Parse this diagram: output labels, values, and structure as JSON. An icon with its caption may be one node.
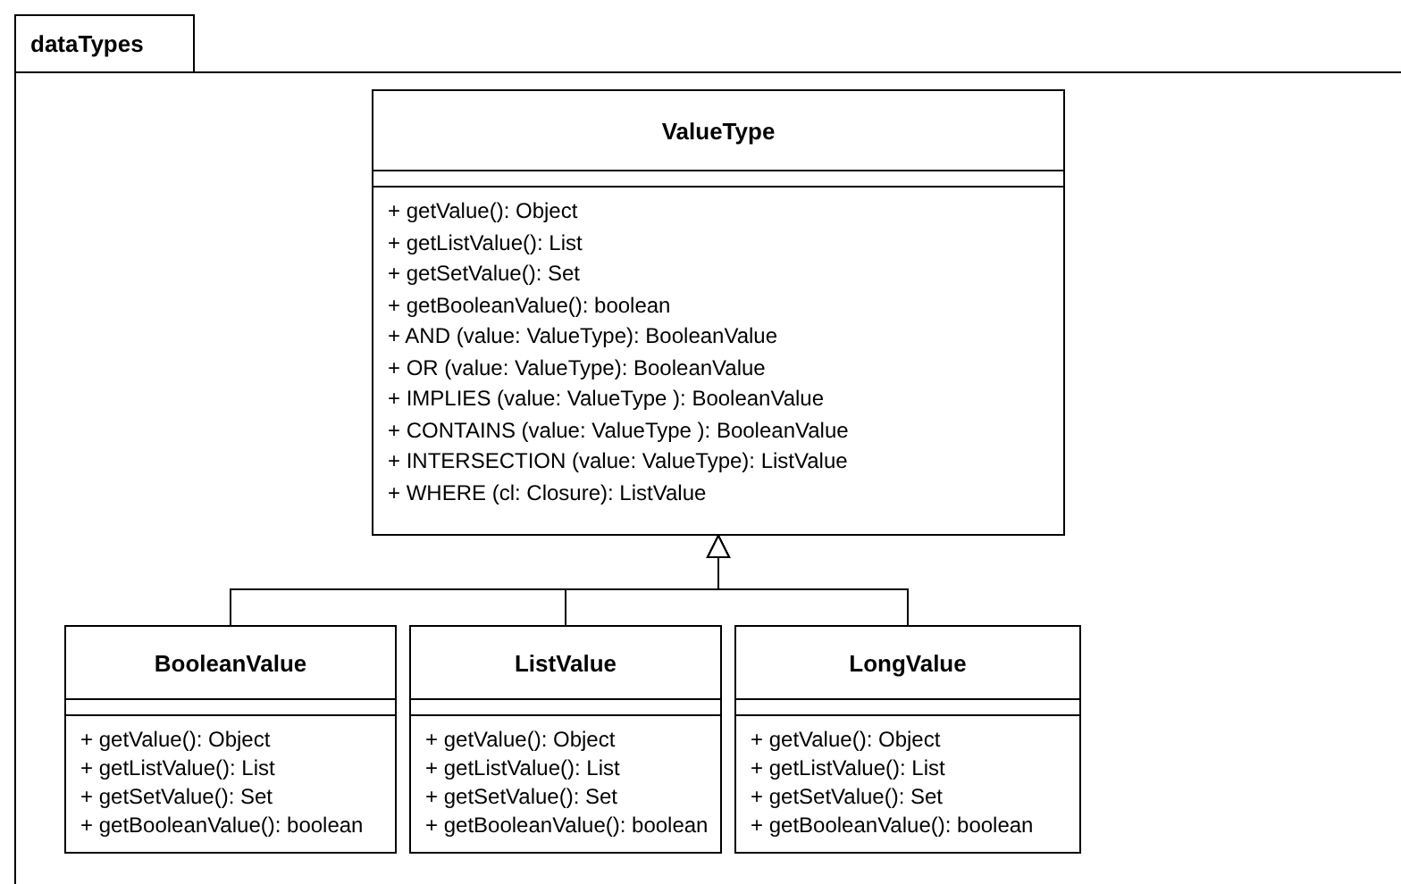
{
  "diagram": {
    "nodes": [
      {
        "text": [
          "dataTypes"
        ]
      },
      {
        "text": [
          "ValueType",
          "+ getValue(): Object",
          "+ getListValue(): List",
          "+ getSetValue(): Set",
          "+ getBooleanValue(): boolean",
          "+ AND (value: ValueType): BooleanValue",
          "+ OR (value: ValueType): BooleanValue",
          "+ IMPLIES (value: ValueType ): BooleanValue",
          "+ CONTAINS (value: ValueType ): BooleanValue",
          "+ INTERSECTION (value: ValueType): ListValue",
          "+ WHERE (cl: Closure): ListValue"
        ],
        "in": 0
      },
      {
        "text": [
          "BooleanValue",
          "+ getValue(): Object",
          "+ getListValue(): List",
          "+ getSetValue(): Set",
          "+ getBooleanValue(): boolean"
        ],
        "in": 0
      },
      {
        "text": [
          "ListValue",
          "+ getValue(): Object",
          "+ getListValue(): List",
          "+ getSetValue(): Set",
          "+ getBooleanValue(): boolean"
        ],
        "in": 0
      },
      {
        "text": [
          "LongValue",
          "+ getValue(): Object",
          "+ getListValue(): List",
          "+ getSetValue(): Set",
          "+ getBooleanValue(): boolean"
        ],
        "in": 0
      }
    ],
    "edges": [
      {
        "from": 2,
        "to": 1,
        "arrow": "to"
      },
      {
        "from": 3,
        "to": 1,
        "arrow": "to"
      },
      {
        "from": 4,
        "to": 1,
        "arrow": "to"
      }
    ]
  }
}
